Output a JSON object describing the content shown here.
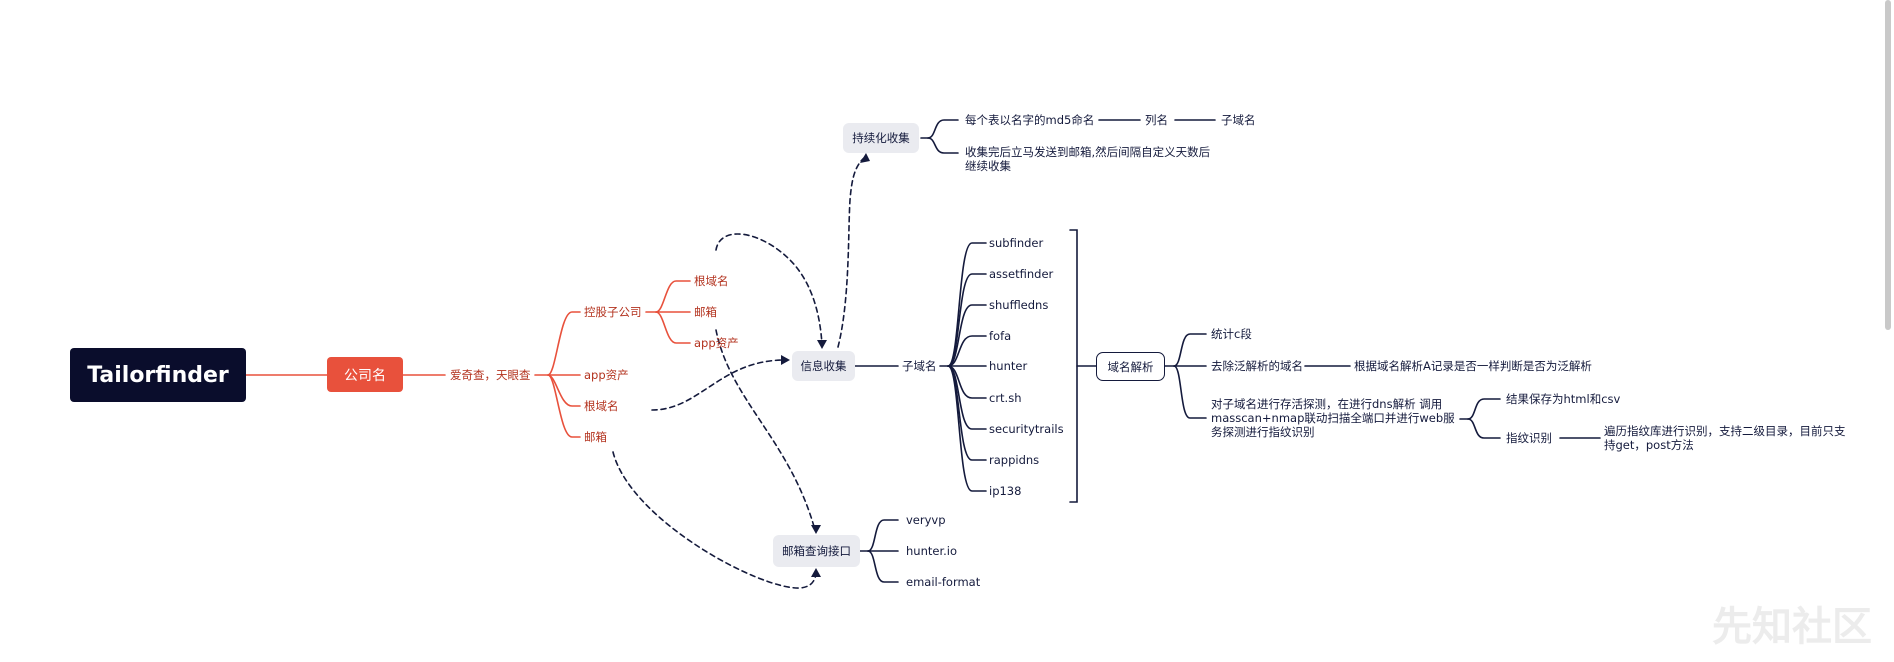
{
  "root": "Tailorfinder",
  "company": "公司名",
  "source": "爱奇查，天眼查",
  "left_branches": [
    "控股子公司",
    "app资产",
    "根域名",
    "邮箱"
  ],
  "sub_company_children": [
    "根域名",
    "邮箱",
    "app资产"
  ],
  "info_collect": "信息收集",
  "persist": "持续化收集",
  "persist_item1": "每个表以名字的md5命名",
  "persist_col": "列名",
  "persist_subdomain": "子域名",
  "persist_item2": "收集完后立马发送到邮箱,然后间隔自定义天数后继续收集",
  "subdomain": "子域名",
  "tools": [
    "subfinder",
    "assetfinder",
    "shuffledns",
    "fofa",
    "hunter",
    "crt.sh",
    "securitytrails",
    "rappidns",
    "ip138"
  ],
  "dns_resolve": "域名解析",
  "stat_c": "统计c段",
  "remove_wildcard": "去除泛解析的域名",
  "wildcard_note": "根据域名解析A记录是否一样判断是否为泛解析",
  "probe": "对子域名进行存活探测，在进行dns解析 调用masscan+nmap联动扫描全端口并进行web服务探测进行指纹识别",
  "save_result": "结果保存为html和csv",
  "fingerprint": "指纹识别",
  "fingerprint_note": "遍历指纹库进行识别，支持二级目录，目前只支持get，post方法",
  "email_query": "邮箱查询接口",
  "email_services": [
    "veryvp",
    "hunter.io",
    "email-format"
  ],
  "watermark": "先知社区",
  "colors": {
    "dark": "#141a3c",
    "red": "#e8513c",
    "root_bg": "#0a0d2c",
    "grey_box": "#eaebf0"
  }
}
